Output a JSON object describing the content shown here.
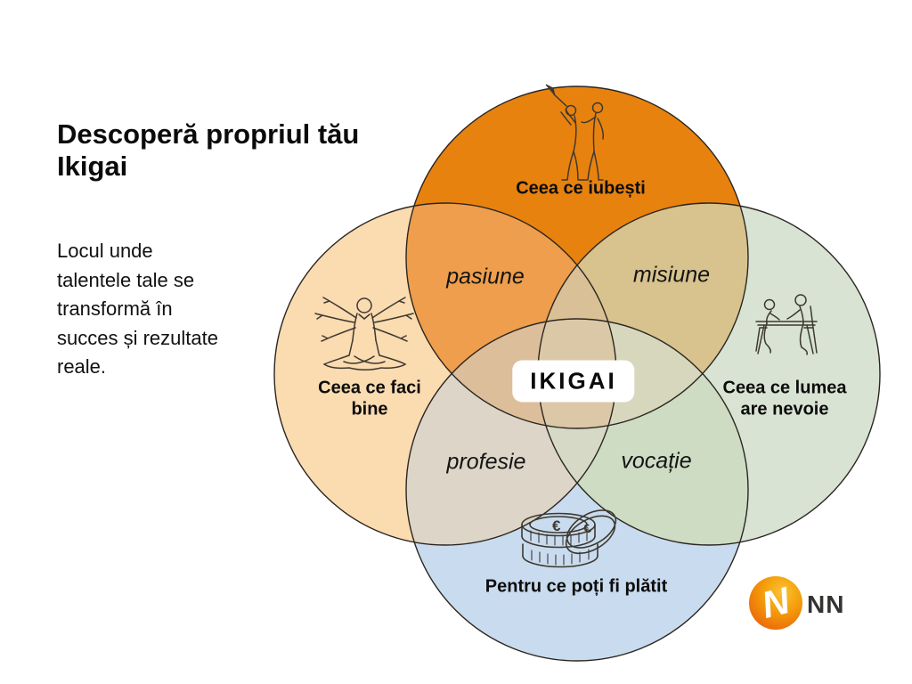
{
  "slide": {
    "title": "Descoperă propriul tău Ikigai",
    "subtitle": "Locul unde talentele tale se transformă în succes și rezultate reale."
  },
  "diagram": {
    "center_label": "IKIGAI",
    "circles": {
      "love": {
        "label": "Ceea ce iubești",
        "color": "#E8820E"
      },
      "skill": {
        "label": "Ceea ce faci bine",
        "color": "#FBDBB0"
      },
      "world": {
        "label": "Ceea ce lumea are nevoie",
        "color": "#D8E3D3"
      },
      "paid": {
        "label": "Pentru ce poți fi plătit",
        "color": "#C9DBEE"
      }
    },
    "overlaps": {
      "pasiune": {
        "label": "pasiune",
        "color": "#EE9E4C"
      },
      "misiune": {
        "label": "misiune",
        "color": "#D8C28D"
      },
      "profesie": {
        "label": "profesie",
        "color": "#DED5C9"
      },
      "vocatie": {
        "label": "vocație",
        "color": "#CDDCC3"
      }
    },
    "inner_colors": {
      "top_left_right": "#D9C096",
      "top_left_bottom": "#DDBE9B",
      "top_right_bottom": "#D6D7BC",
      "left_right_bottom": "#D6D9C6",
      "center": "#DBC8A7"
    },
    "outline_color": "#2b2620",
    "icon_stroke_color": "#3e3930",
    "coin_symbol": "€"
  },
  "logo": {
    "mark": "N",
    "wordmark": "NN",
    "brand_color": "#EA650D"
  }
}
